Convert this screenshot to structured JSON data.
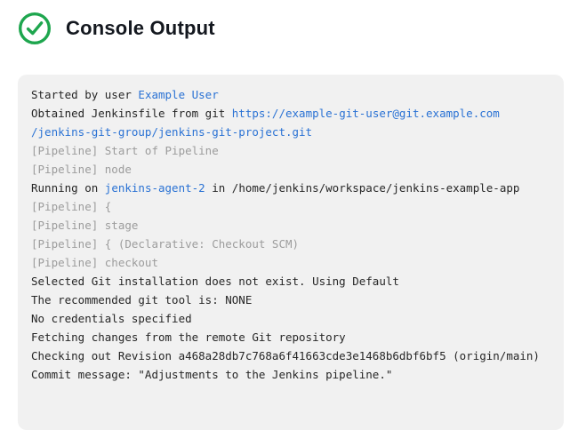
{
  "colors": {
    "success_green": "#1ea64e",
    "link_blue": "#2a72d4",
    "muted_gray": "#9c9c9c",
    "console_text": "#262626",
    "console_background": "#f1f1f1",
    "title_text": "#14181f"
  },
  "header": {
    "title": "Console Output",
    "status_icon": "check-circle-icon"
  },
  "console": {
    "lines": [
      {
        "segments": [
          {
            "text": "Started by user ",
            "style": "plain"
          },
          {
            "text": "Example User",
            "style": "link"
          }
        ]
      },
      {
        "segments": [
          {
            "text": "Obtained Jenkinsfile from git ",
            "style": "plain"
          },
          {
            "text": "https://example-git-user@git.example.com",
            "style": "link"
          }
        ]
      },
      {
        "segments": [
          {
            "text": "/jenkins-git-group/jenkins-git-project.git",
            "style": "link"
          }
        ]
      },
      {
        "segments": [
          {
            "text": "[Pipeline] Start of Pipeline",
            "style": "muted"
          }
        ]
      },
      {
        "segments": [
          {
            "text": "[Pipeline] node",
            "style": "muted"
          }
        ]
      },
      {
        "segments": [
          {
            "text": "Running on ",
            "style": "plain"
          },
          {
            "text": "jenkins-agent-2",
            "style": "link"
          },
          {
            "text": " in /home/jenkins/workspace/jenkins-example-app",
            "style": "plain"
          }
        ]
      },
      {
        "segments": [
          {
            "text": "[Pipeline] {",
            "style": "muted"
          }
        ]
      },
      {
        "segments": [
          {
            "text": "[Pipeline] stage",
            "style": "muted"
          }
        ]
      },
      {
        "segments": [
          {
            "text": "[Pipeline] { (Declarative: Checkout SCM)",
            "style": "muted"
          }
        ]
      },
      {
        "segments": [
          {
            "text": "[Pipeline] checkout",
            "style": "muted"
          }
        ]
      },
      {
        "segments": [
          {
            "text": "Selected Git installation does not exist. Using Default",
            "style": "plain"
          }
        ]
      },
      {
        "segments": [
          {
            "text": "The recommended git tool is: NONE",
            "style": "plain"
          }
        ]
      },
      {
        "segments": [
          {
            "text": "No credentials specified",
            "style": "plain"
          }
        ]
      },
      {
        "segments": [
          {
            "text": "Fetching changes from the remote Git repository",
            "style": "plain"
          }
        ]
      },
      {
        "segments": [
          {
            "text": "Checking out Revision a468a28db7c768a6f41663cde3e1468b6dbf6bf5 (origin/main)",
            "style": "plain"
          }
        ]
      },
      {
        "segments": [
          {
            "text": "Commit message: \"Adjustments to the Jenkins pipeline.\"",
            "style": "plain"
          }
        ]
      }
    ]
  }
}
